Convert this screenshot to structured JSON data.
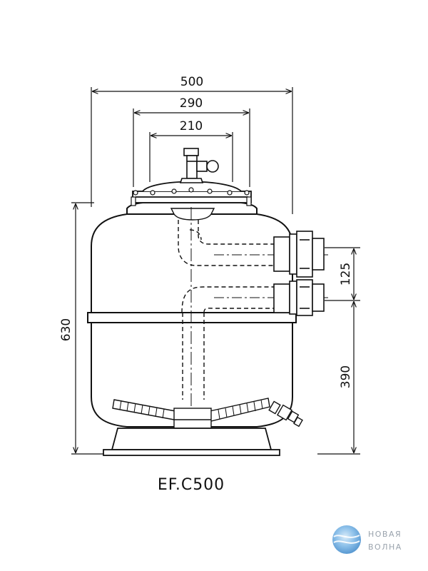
{
  "drawing": {
    "model_label": "EF.C500",
    "dimensions": {
      "width_overall": "500",
      "width_flange": "290",
      "width_valve": "210",
      "height_total": "630",
      "port_spacing": "125",
      "lower_port_height": "390"
    }
  },
  "watermark": {
    "line1": "НОВАЯ",
    "line2": "ВОЛНА"
  },
  "colors": {
    "line": "#111111",
    "watermark_text": "#9aa3ad",
    "logo_blue": "#3d8fd6"
  }
}
